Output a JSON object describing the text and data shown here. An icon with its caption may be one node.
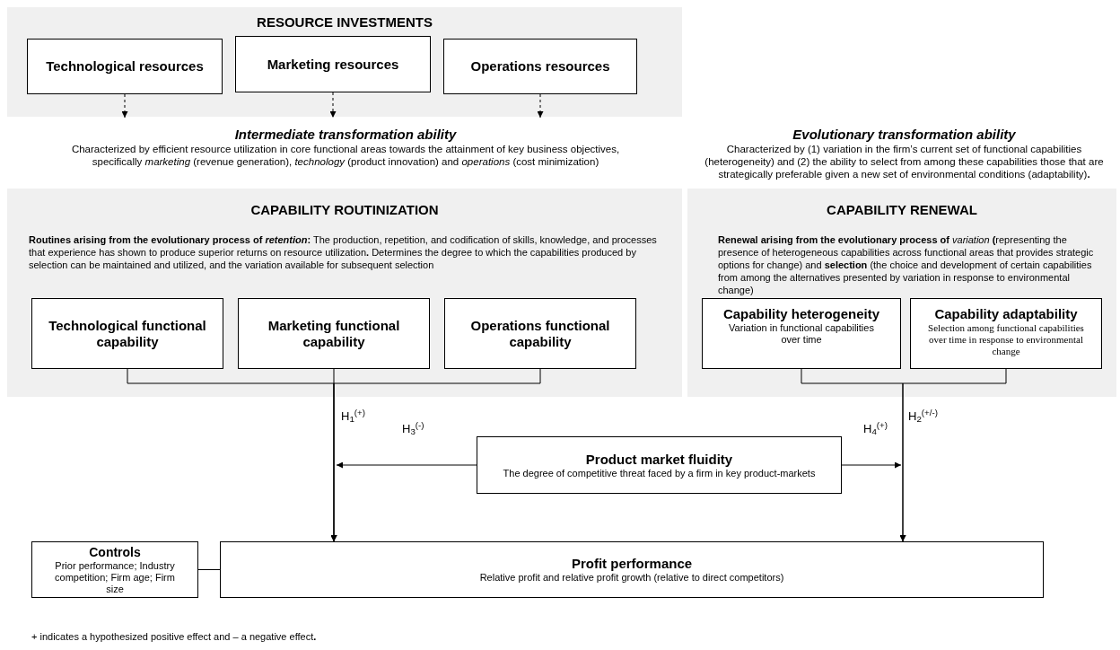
{
  "diagram": {
    "nodes": [
      {
        "text": [
          "RESOURCE INVESTMENTS"
        ]
      },
      {
        "text": [
          "Technological resources"
        ],
        "in": 0
      },
      {
        "text": [
          "Marketing resources"
        ],
        "in": 0
      },
      {
        "text": [
          "Operations resources"
        ],
        "in": 0
      },
      {
        "text": [
          "Intermediate transformation ability",
          "Characterized by efficient resource utilization in core functional areas towards the attainment of key business objectives, specifically *marketing* (revenue generation), *technology* (product innovation) and *operations* (cost minimization)"
        ]
      },
      {
        "text": [
          "CAPABILITY ROUTINIZATION",
          "**Routines arising from the evolutionary process of *retention*:** The production, repetition, and codification of skills, knowledge, and processes that experience has shown to produce superior returns on resource utilization**.** Determines the degree to which the capabilities produced by selection can be maintained and utilized, and the variation available for subsequent selection"
        ]
      },
      {
        "text": [
          "Technological functional capability"
        ],
        "in": 5
      },
      {
        "text": [
          "Marketing functional capability"
        ],
        "in": 5
      },
      {
        "text": [
          "Operations functional capability"
        ],
        "in": 5
      },
      {
        "text": [
          "CAPABILITY RENEWAL",
          "**Renewal arising from the evolutionary process of** *variation* **(**representing the presence of heterogeneous capabilities across functional areas that provides strategic options for change) and **selection** (the choice and development of certain capabilities from among the alternatives presented by variation in response to environmental change)"
        ]
      },
      {
        "text": [
          "Capability heterogeneity",
          "Variation in functional capabilities over time"
        ],
        "in": 9
      },
      {
        "text": [
          "Capability adaptability",
          "Selection among functional capabilities over time in response to environmental change"
        ],
        "in": 9
      },
      {
        "text": [
          "Product market fluidity",
          "The degree of competitive threat faced by a firm in key product-markets"
        ]
      },
      {
        "text": [
          "Controls",
          "Prior performance; Industry competition; Firm age; Firm size"
        ]
      },
      {
        "text": [
          "Profit performance",
          "Relative profit and relative profit growth (relative to direct competitors)"
        ]
      }
    ],
    "edges": [
      {
        "from": 1,
        "to": 4,
        "arrow": "to",
        "style": "dashed"
      },
      {
        "from": 2,
        "to": 4,
        "arrow": "to",
        "style": "dashed"
      },
      {
        "from": 3,
        "to": 4,
        "arrow": "to",
        "style": "dashed"
      },
      {
        "from": 6,
        "to": 14,
        "arrow": "to"
      },
      {
        "from": 7,
        "to": 14,
        "arrow": "to",
        "label": "H$_{1}$$^{(+)}$"
      },
      {
        "from": 8,
        "to": 14,
        "arrow": "to"
      },
      {
        "from": 10,
        "to": 14,
        "arrow": "to"
      },
      {
        "from": 11,
        "to": 14,
        "arrow": "to",
        "label": "H$_{2}$$^{(+/-)}$"
      },
      {
        "from": 12,
        "to": null,
        "arrow": "to",
        "label": "H$_{3}$$^{(-)}$"
      },
      {
        "from": 12,
        "to": null,
        "arrow": "to",
        "label": "H$_{4}$$^{(+)}$"
      },
      {
        "from": 13,
        "to": 14,
        "arrow": "none"
      }
    ],
    "labels": [
      "Evolutionary transformation ability",
      "Characterized by (1) variation in the firm’s current set of functional capabilities (heterogeneity) and (2) the ability to select from among these capabilities those that are strategically preferable given a new set of environmental conditions (adaptability)**.**",
      "+ indicates a hypothesized positive effect and – a negative effect**.**"
    ]
  }
}
